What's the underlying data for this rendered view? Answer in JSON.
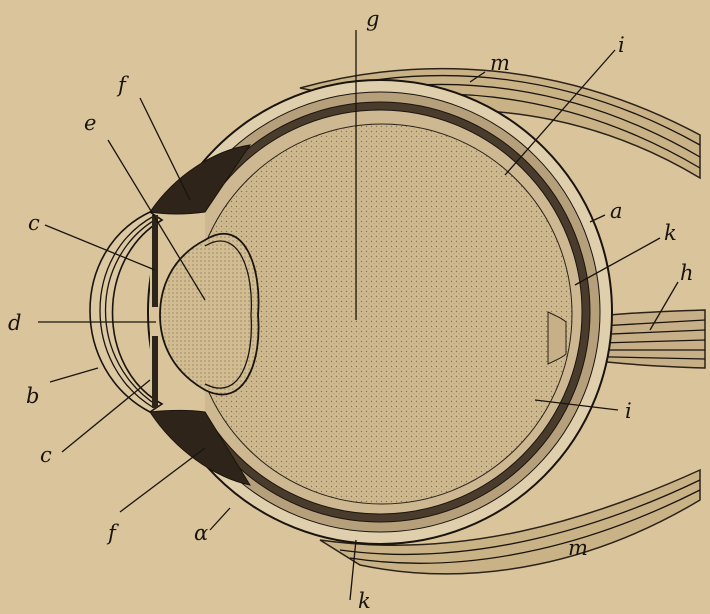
{
  "figure": {
    "paper_color": "#d9c49b",
    "ink_color": "#1a140e",
    "labels": [
      {
        "id": "g",
        "text": "g"
      },
      {
        "id": "m-top",
        "text": "m"
      },
      {
        "id": "i-top",
        "text": "i"
      },
      {
        "id": "f-top",
        "text": "f"
      },
      {
        "id": "e",
        "text": "e"
      },
      {
        "id": "c-top",
        "text": "c"
      },
      {
        "id": "a-right",
        "text": "a"
      },
      {
        "id": "k-right",
        "text": "k"
      },
      {
        "id": "h",
        "text": "h"
      },
      {
        "id": "d",
        "text": "d"
      },
      {
        "id": "b",
        "text": "b"
      },
      {
        "id": "i-bottom",
        "text": "i"
      },
      {
        "id": "c-bottom",
        "text": "c"
      },
      {
        "id": "f-bottom",
        "text": "f"
      },
      {
        "id": "a-bottom",
        "text": "α"
      },
      {
        "id": "m-bottom",
        "text": "m"
      },
      {
        "id": "k-bottom",
        "text": "k"
      }
    ]
  }
}
